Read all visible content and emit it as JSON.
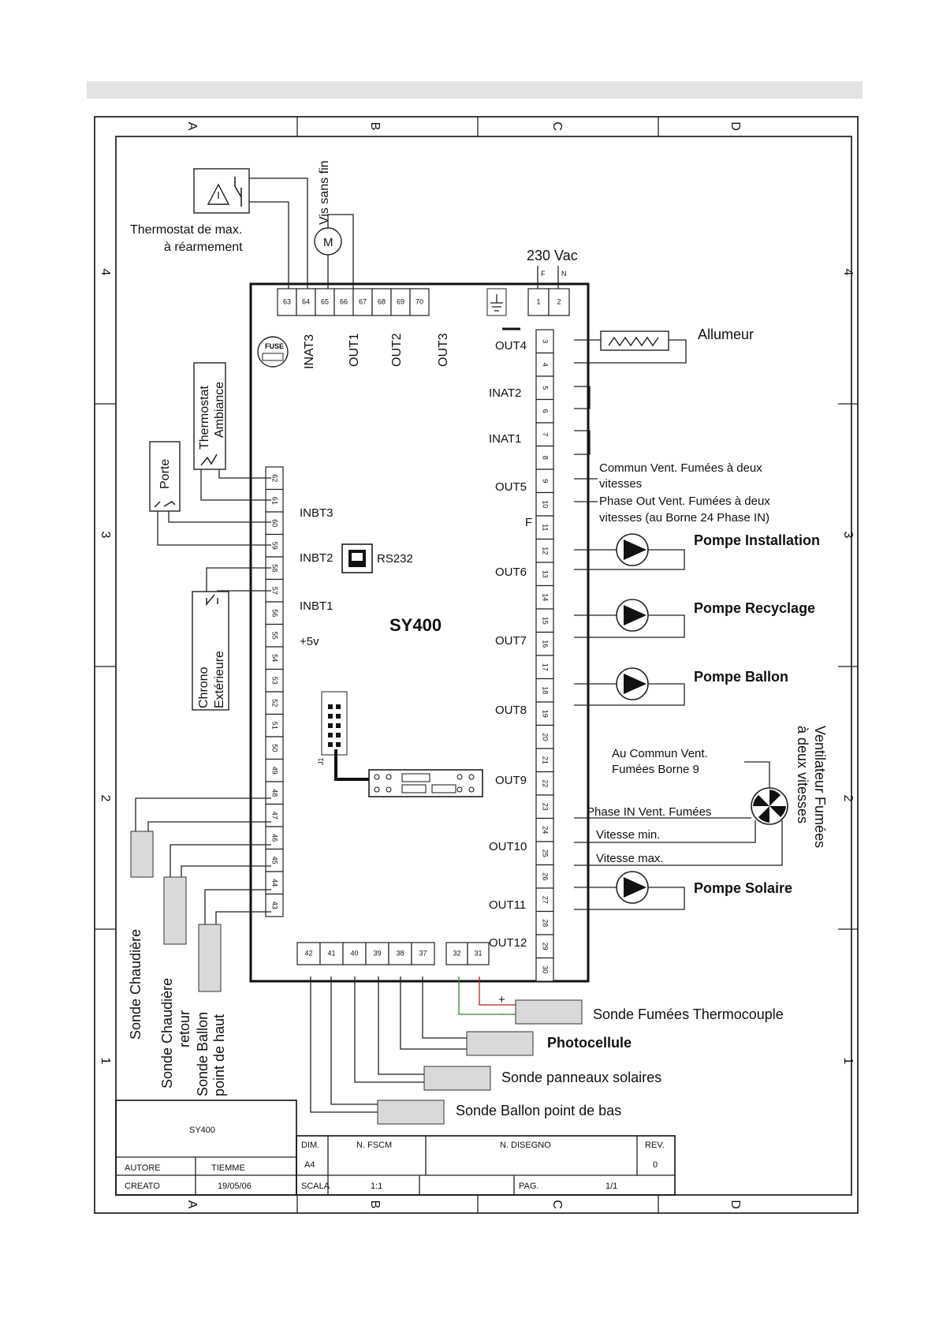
{
  "header_bar": {
    "color": "#e3e3e3"
  },
  "grid": {
    "columns": [
      "A",
      "B",
      "C",
      "D"
    ],
    "rows": [
      "4",
      "3",
      "2",
      "1"
    ]
  },
  "board": {
    "name": "SY400",
    "top_terminals": [
      "63",
      "64",
      "65",
      "66",
      "67",
      "68",
      "69",
      "70"
    ],
    "power_terminals": [
      "1",
      "2"
    ],
    "right_terminals": [
      "3",
      "4",
      "5",
      "6",
      "7",
      "8",
      "9",
      "10",
      "11",
      "12",
      "13",
      "14",
      "15",
      "16",
      "17",
      "18",
      "19",
      "20",
      "21",
      "22",
      "23",
      "24",
      "25",
      "26",
      "27",
      "28",
      "29",
      "30"
    ],
    "left_terminals": [
      "62",
      "61",
      "60",
      "59",
      "58",
      "57",
      "56",
      "55",
      "54",
      "53",
      "52",
      "51",
      "50",
      "49",
      "48",
      "47",
      "46",
      "45",
      "44",
      "43"
    ],
    "bottom_terminals": [
      "42",
      "41",
      "40",
      "39",
      "38",
      "37"
    ],
    "bottom_right_terminals": [
      "32",
      "31"
    ],
    "top_labels": [
      "INAT3",
      "OUT1",
      "OUT2",
      "OUT3"
    ],
    "fuse_label": "FUSE",
    "rs232_label": "RS232",
    "jumper_label": "J1",
    "left_labels": [
      "INBT3",
      "INBT2",
      "INBT1",
      "+5v"
    ],
    "right_labels": [
      "OUT4",
      "INAT2",
      "INAT1",
      "OUT5",
      "F",
      "OUT6",
      "OUT7",
      "OUT8",
      "OUT9",
      "OUT10",
      "OUT11",
      "OUT12"
    ],
    "supply": {
      "label": "230 Vac",
      "phase": "F",
      "neutral": "N"
    }
  },
  "components": {
    "thermostat_max": "Thermostat de max.",
    "thermostat_max_2": "à réarmement",
    "motor": "Vis sans fin",
    "motor_symbol": "M",
    "allumeur": "Allumeur",
    "thermostat_amb": "Thermostat",
    "thermostat_amb_2": "Ambiance",
    "porte": "Porte",
    "chrono": "Chrono",
    "chrono_2": "Extérieure",
    "commun_vent": "Commun Vent. Fumées à deux",
    "commun_vent_2": "vitesses",
    "phase_out_vent": "Phase Out Vent. Fumées à deux",
    "phase_out_vent_2": "vitesses (au Borne 24 Phase IN)",
    "pompe_installation": "Pompe Installation",
    "pompe_recyclage": "Pompe Recyclage",
    "pompe_ballon": "Pompe Ballon",
    "pompe_solaire": "Pompe Solaire",
    "au_commun_vent": "Au Commun Vent.",
    "au_commun_vent_2": "Fumées Borne 9",
    "ventilateur": "Ventilateur Fumées",
    "ventilateur_2": "à deux vitesses",
    "phase_in_vent": "Phase IN Vent. Fumées",
    "vitesse_min": "Vitesse min.",
    "vitesse_max": "Vitesse max.",
    "sonde_chaudiere": "Sonde Chaudière",
    "sonde_chaudiere_retour": "Sonde Chaudière",
    "sonde_chaudiere_retour_2": "retour",
    "sonde_ballon_haut": "Sonde Ballon",
    "sonde_ballon_haut_2": "point de haut",
    "sonde_fumees": "Sonde Fumées Thermocouple",
    "photocellule": "Photocellule",
    "sonde_panneaux": "Sonde panneaux solaires",
    "sonde_ballon_bas": "Sonde Ballon point de bas",
    "plus_sign": "+",
    "minus_sign": "-"
  },
  "title_block": {
    "name": "SY400",
    "autore_label": "AUTORE",
    "autore_value": "TIEMME",
    "creato_label": "CREATO",
    "creato_value": "19/05/06",
    "dim_label": "DIM.",
    "dim_value": "A4",
    "fscm_label": "N. FSCM",
    "disegno_label": "N. DISEGNO",
    "rev_label": "REV.",
    "rev_value": "0",
    "scala_label": "SCALA",
    "scala_value": "1:1",
    "pag_label": "PAG.",
    "pag_value": "1/1"
  }
}
